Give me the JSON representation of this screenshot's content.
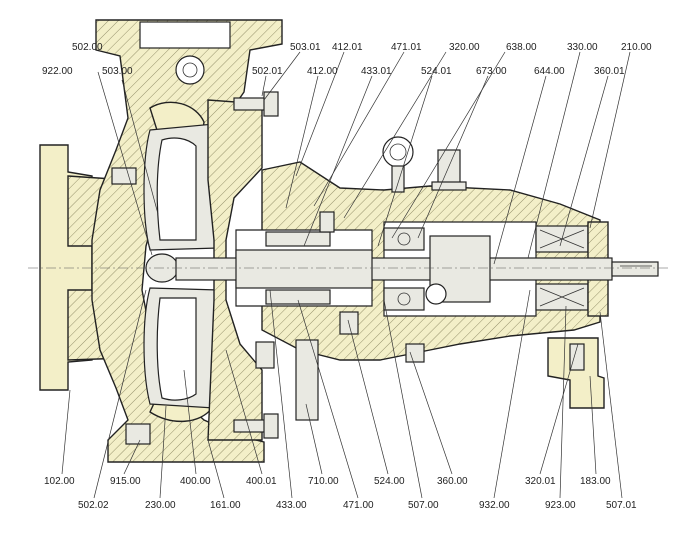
{
  "labels": {
    "top": [
      "502.00",
      "922.00",
      "503.00",
      "503.01",
      "412.01",
      "471.01",
      "320.00",
      "638.00",
      "330.00",
      "210.00",
      "502.01",
      "412.00",
      "433.01",
      "524.01",
      "673.00",
      "644.00",
      "360.01"
    ],
    "bottom": [
      "102.00",
      "915.00",
      "400.00",
      "400.01",
      "710.00",
      "524.00",
      "360.00",
      "320.01",
      "183.00",
      "502.02",
      "230.00",
      "161.00",
      "433.00",
      "471.00",
      "507.00",
      "932.00",
      "923.00",
      "507.01"
    ]
  },
  "colors": {
    "casting_fill": "#f3efc8",
    "outline": "#222222",
    "background": "#ffffff"
  }
}
